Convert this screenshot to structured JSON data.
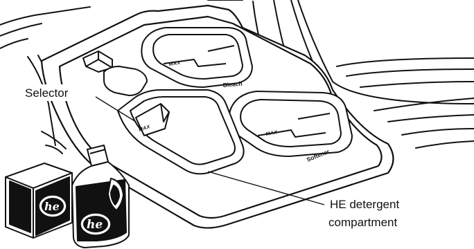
{
  "callouts": {
    "selector": "Selector",
    "detergent_line1": "HE detergent",
    "detergent_line2": "compartment"
  },
  "compartments": {
    "bleach": "Bleach",
    "softener": "Softener"
  },
  "max_marks": {
    "bleach": "MAX",
    "softener": "MAX",
    "detergent": "MAX"
  },
  "products": {
    "box_logo": "he",
    "bottle_logo": "he"
  },
  "colors": {
    "ink": "#111111",
    "paper": "#ffffff"
  }
}
